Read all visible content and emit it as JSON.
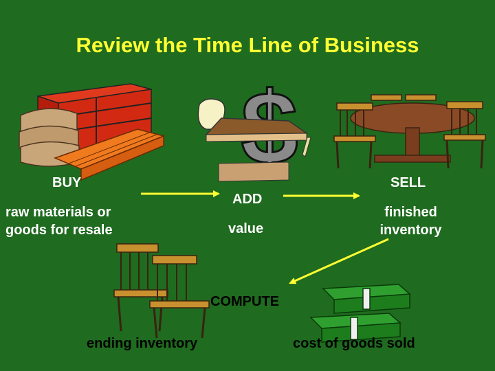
{
  "slide": {
    "title": "Review the Time Line of Business",
    "buy_label": "BUY",
    "buy_desc_line1": "raw materials or",
    "buy_desc_line2": "goods for resale",
    "add_label": "ADD",
    "add_desc": "value",
    "sell_label": "SELL",
    "sell_desc_line1": "finished",
    "sell_desc_line2": "inventory",
    "compute_label": "COMPUTE",
    "ending_label": "ending inventory",
    "cogs_label": "cost of goods sold"
  },
  "colors": {
    "background": "#1f6b1f",
    "title": "#ffff33",
    "arrow": "#ffff33",
    "text": "#ffffff"
  },
  "icons": [
    "raw-materials-clipart",
    "dollar-pie-clipart",
    "dining-set-clipart",
    "chairs-clipart",
    "money-stacks-clipart"
  ]
}
